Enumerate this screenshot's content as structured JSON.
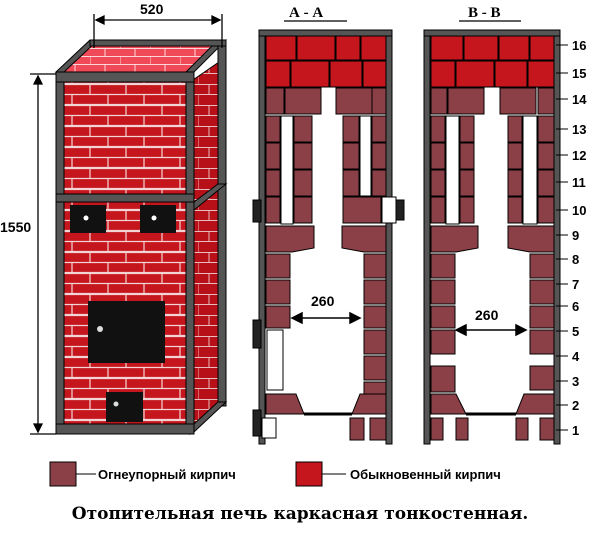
{
  "dimensions": {
    "width": "520",
    "height": "1550",
    "span_a": "260",
    "span_b": "260"
  },
  "sections": {
    "a": "А - А",
    "b": "В - В"
  },
  "row_numbers": [
    "1",
    "2",
    "3",
    "4",
    "5",
    "6",
    "7",
    "8",
    "9",
    "10",
    "11",
    "12",
    "13",
    "14",
    "15",
    "16"
  ],
  "legend": {
    "refractory": {
      "label": "Огнеупорный кирпич",
      "color": "#8b3f46"
    },
    "common": {
      "label": "Обыкновенный кирпич",
      "color": "#c5161d"
    }
  },
  "caption": "Отопительная печь каркасная тонкостенная.",
  "colors": {
    "frame": "#555555",
    "outline": "#000000"
  }
}
